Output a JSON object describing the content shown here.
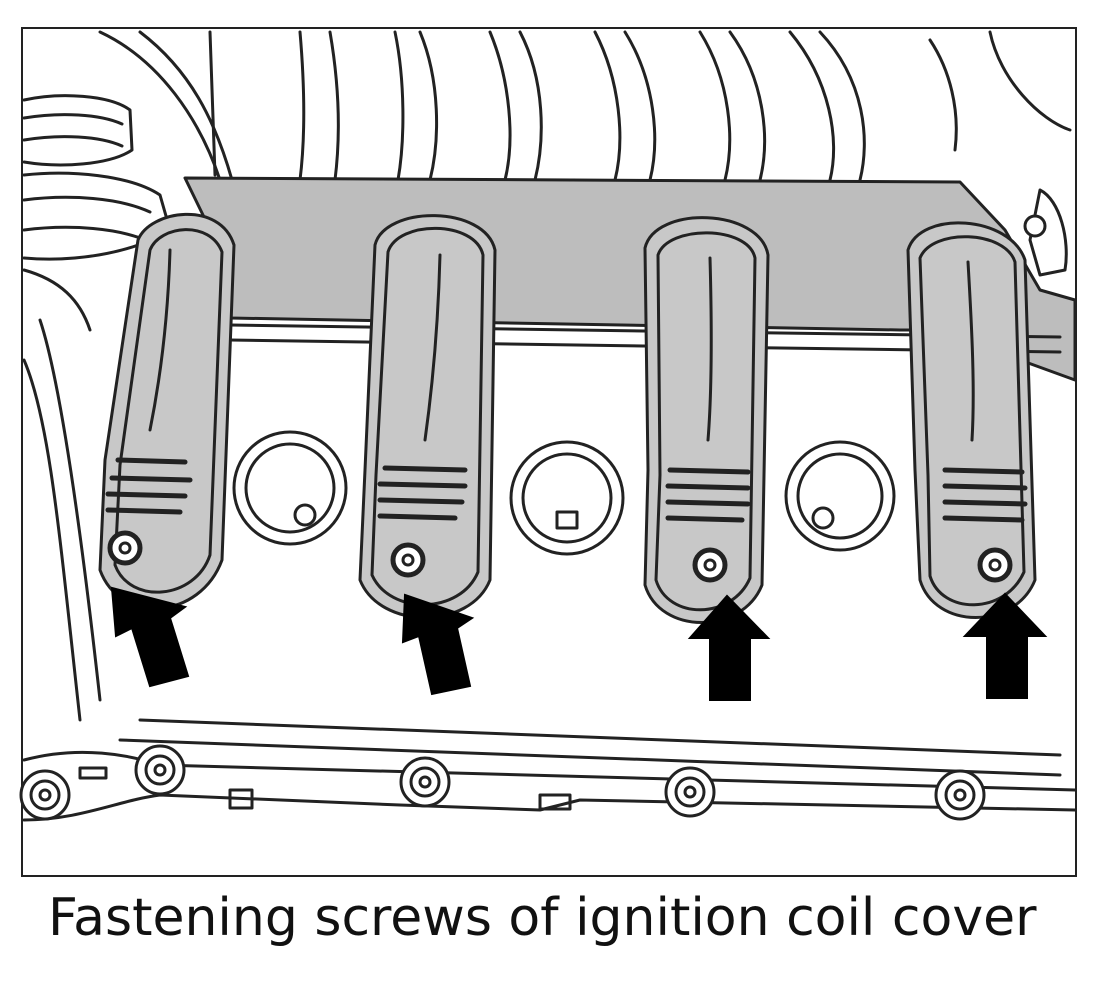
{
  "figure": {
    "caption": "Fastening screws of ignition coil cover"
  },
  "components": {
    "coil_covers": [
      {
        "name": "ignition-coil-cover-1",
        "arrow_direction": "up"
      },
      {
        "name": "ignition-coil-cover-2",
        "arrow_direction": "up"
      },
      {
        "name": "ignition-coil-cover-3",
        "arrow_direction": "up"
      },
      {
        "name": "ignition-coil-cover-4",
        "arrow_direction": "up"
      }
    ],
    "plug_wells": 3,
    "flange_bolts": 5
  },
  "colors": {
    "line": "#222222",
    "cover_fill": "#c8c8c8",
    "manifold_fill": "#bdbdbd",
    "background": "#ffffff",
    "arrow": "#000000"
  }
}
